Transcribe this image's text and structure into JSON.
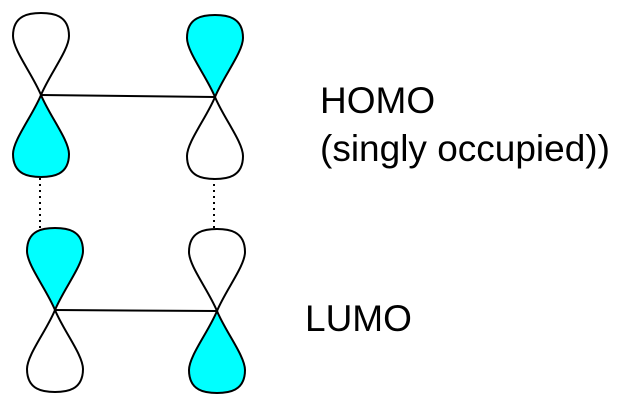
{
  "labels": {
    "homo": "HOMO",
    "homo_note": "(singly occupied))",
    "lumo": "LUMO"
  },
  "colors": {
    "filled_lobe": "#00ffff",
    "empty_lobe": "#ffffff",
    "outline": "#000000"
  },
  "orbitals": {
    "homo": {
      "left": {
        "top_lobe": "empty",
        "bottom_lobe": "filled"
      },
      "right": {
        "top_lobe": "filled",
        "bottom_lobe": "empty"
      }
    },
    "lumo": {
      "left": {
        "top_lobe": "filled",
        "bottom_lobe": "empty"
      },
      "right": {
        "top_lobe": "empty",
        "bottom_lobe": "filled"
      }
    }
  }
}
